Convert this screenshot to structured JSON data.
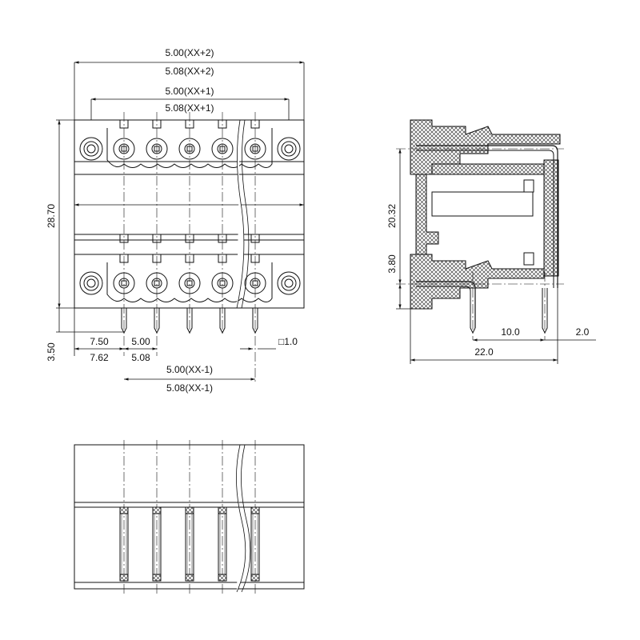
{
  "front_view": {
    "dims": {
      "top_outer_a": "5.00(XX+2)",
      "top_outer_b": "5.08(XX+2)",
      "top_inner_a": "5.00(XX+1)",
      "top_inner_b": "5.08(XX+1)",
      "height": "28.70",
      "pin_length": "3.50",
      "edge_a": "7.50",
      "edge_b": "7.62",
      "pitch_a": "5.00",
      "pitch_b": "5.08",
      "bottom_a": "5.00(XX-1)",
      "bottom_b": "5.08(XX-1)",
      "pin_square": "□1.0"
    }
  },
  "side_view": {
    "dims": {
      "height": "20.32",
      "offset": "3.80",
      "pin_spacing": "10.0",
      "pin_offset": "2.0",
      "width": "22.0"
    }
  }
}
